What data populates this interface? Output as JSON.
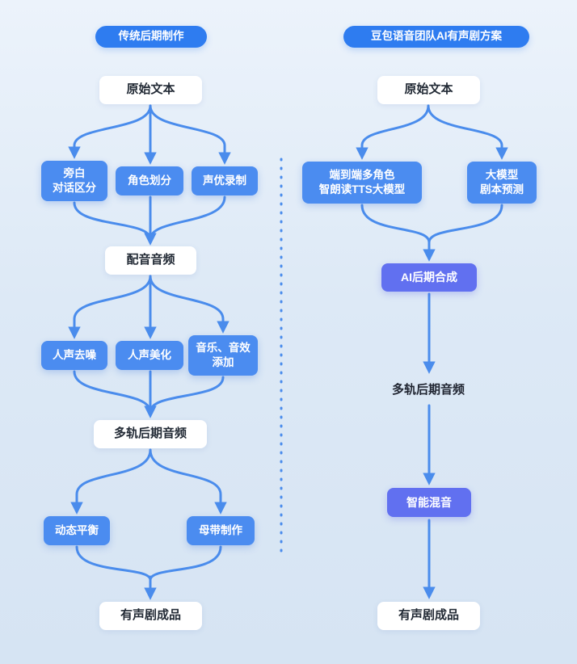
{
  "colors": {
    "background_top": "#ecf3fb",
    "background_bottom": "#d6e4f3",
    "header_pill": "#2e7cf0",
    "blue_box": "#4b8cf0",
    "purple_box": "#6170f0",
    "white_box": "#ffffff",
    "arrow": "#4a8cec",
    "dark_text": "#1f2430"
  },
  "left": {
    "header": "传统后期制作",
    "nodes": {
      "source": "原始文本",
      "branch1a": "旁白\n对话区分",
      "branch1b": "角色划分",
      "branch1c": "声优录制",
      "stage2": "配音音频",
      "branch2a": "人声去噪",
      "branch2b": "人声美化",
      "branch2c": "音乐、音效\n添加",
      "stage3": "多轨后期音频",
      "branch3a": "动态平衡",
      "branch3b": "母带制作",
      "final": "有声剧成品"
    }
  },
  "right": {
    "header": "豆包语音团队AI有声剧方案",
    "nodes": {
      "source": "原始文本",
      "branch1a": "端到端多角色\n智朗读TTS大模型",
      "branch1b": "大模型\n剧本预测",
      "ai_synthesis": "AI后期合成",
      "stage2": "多轨后期音频",
      "smart_mix": "智能混音",
      "final": "有声剧成品"
    }
  }
}
